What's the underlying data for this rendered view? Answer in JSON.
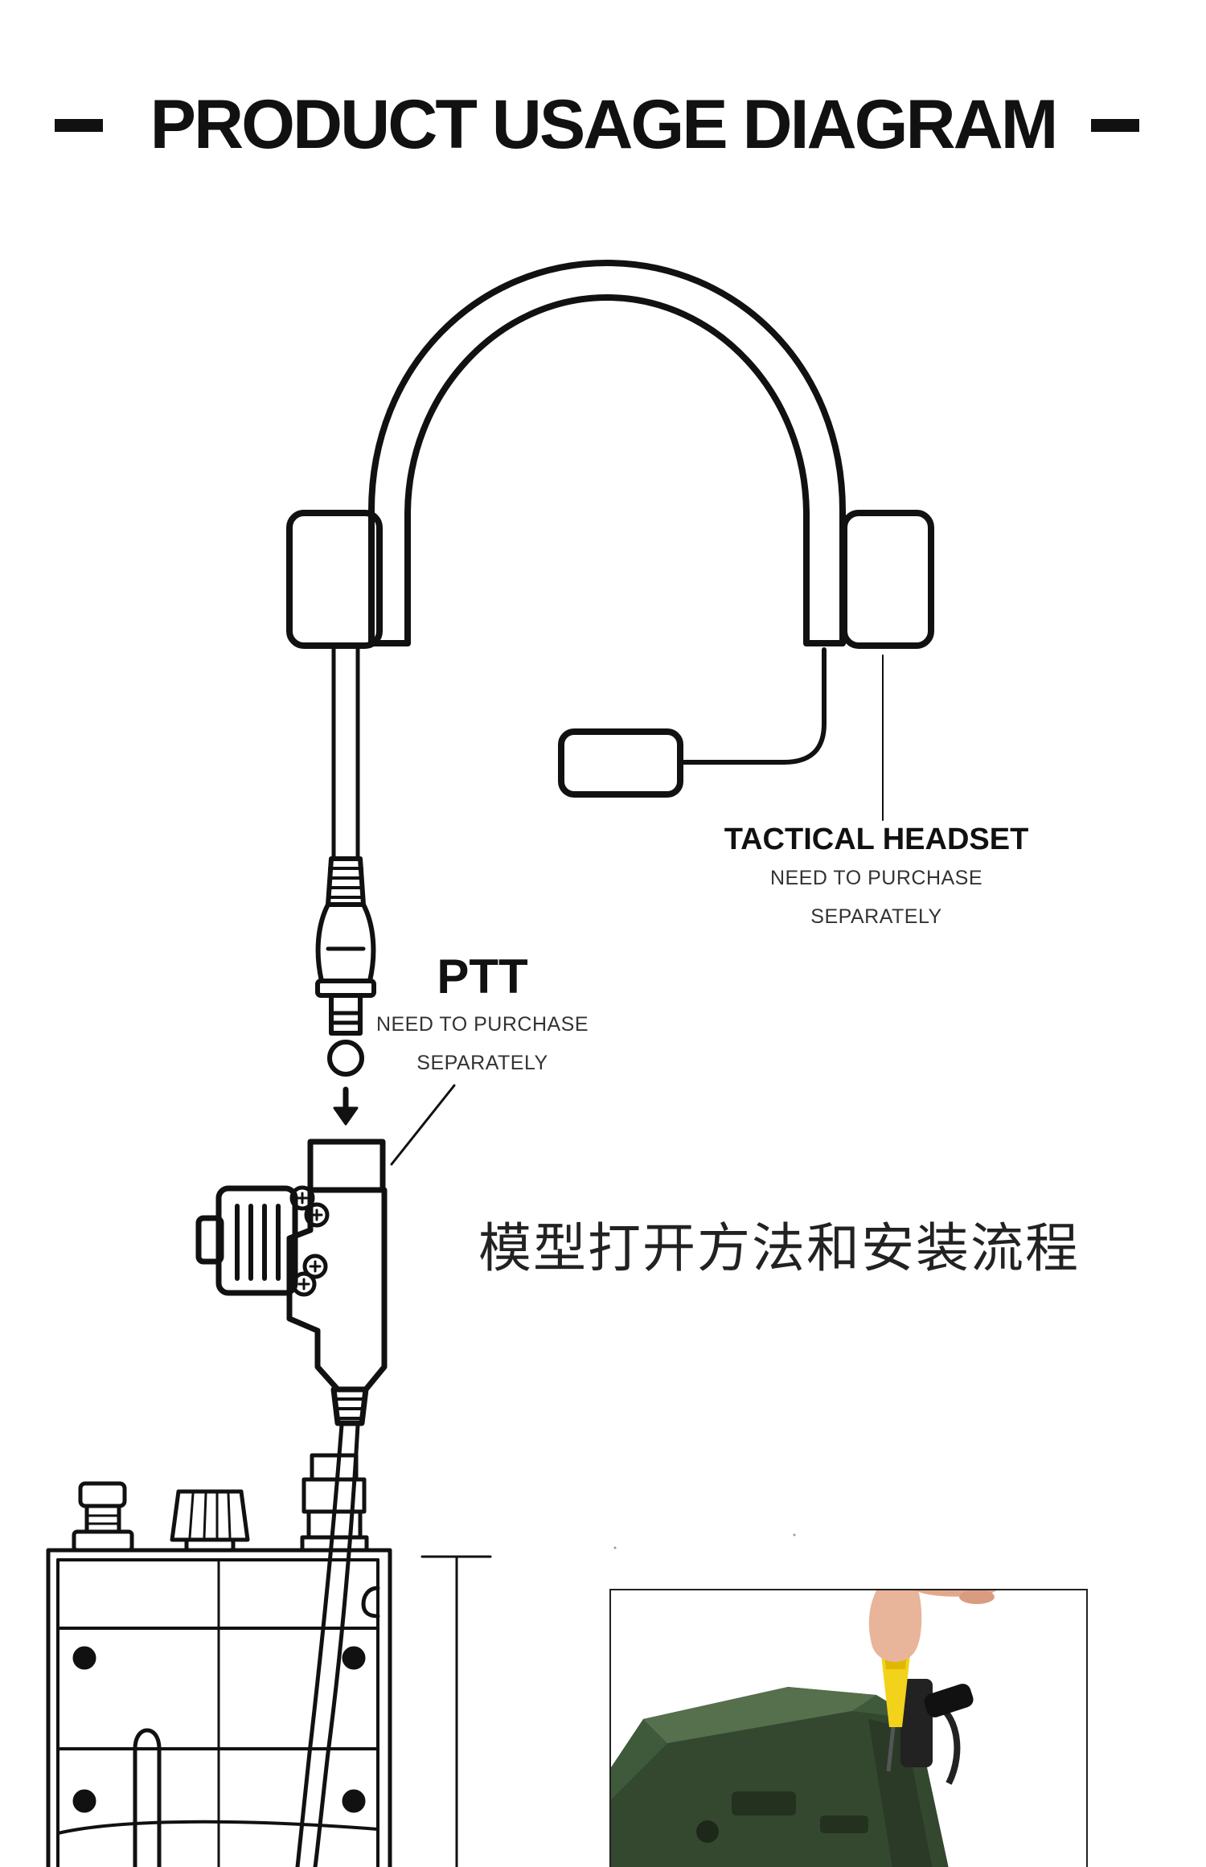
{
  "title": "PRODUCT USAGE DIAGRAM",
  "headset": {
    "name": "TACTICAL HEADSET",
    "note_line1": "NEED TO PURCHASE",
    "note_line2": "SEPARATELY"
  },
  "ptt": {
    "name": "PTT",
    "note_line1": "NEED TO PURCHASE",
    "note_line2": "SEPARATELY"
  },
  "caption_cn": "模型打开方法和安装流程",
  "icons": {
    "headset": "headset-icon",
    "ptt_plug": "plug-icon",
    "ptt_adapter": "ptt-adapter-icon",
    "radio": "radio-icon",
    "arrow": "arrow-down-icon"
  },
  "colors": {
    "line": "#111111",
    "radio_green": "#3f5a3a",
    "screwdriver": "#f2d21b"
  }
}
